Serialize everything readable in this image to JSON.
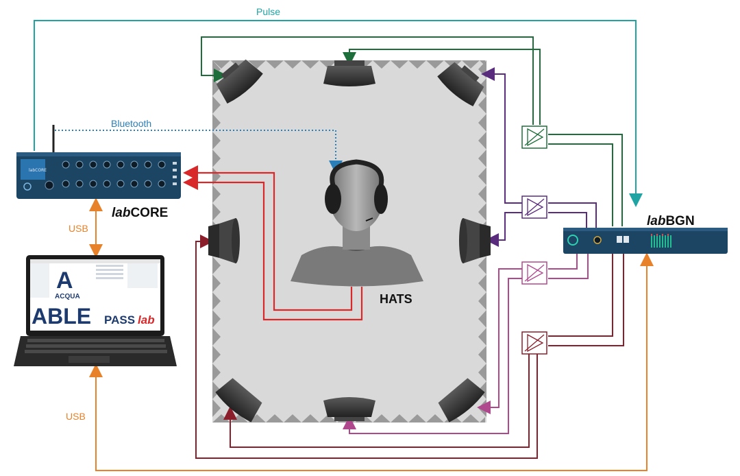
{
  "labels": {
    "pulse": "Pulse",
    "bluetooth": "Bluetooth",
    "usb_top": "USB",
    "usb_bottom": "USB",
    "hats": "HATS",
    "labcore_prefix": "lab",
    "labcore_suffix": "CORE",
    "labbgn_prefix": "lab",
    "labbgn_suffix": "BGN"
  },
  "screen": {
    "acqua_mark": "A",
    "acqua_text": "ACQUA",
    "able_text": "ABLE",
    "pass_text": "PASS",
    "pass_lab_text": "lab"
  },
  "devices": {
    "labcore_panel_text": "labCORE"
  },
  "colors": {
    "pulse": "#1fa3a3",
    "bluetooth": "#2a7fb8",
    "usb": "#e8822a",
    "red": "#d8282a",
    "green": "#1d6e3a",
    "purple": "#5a2c7e",
    "magenta": "#b0488e",
    "darkred": "#8a1e2a",
    "device_blue": "#1c4564",
    "room": "#d9d9d9",
    "sawtooth": "#9a9a9a"
  }
}
